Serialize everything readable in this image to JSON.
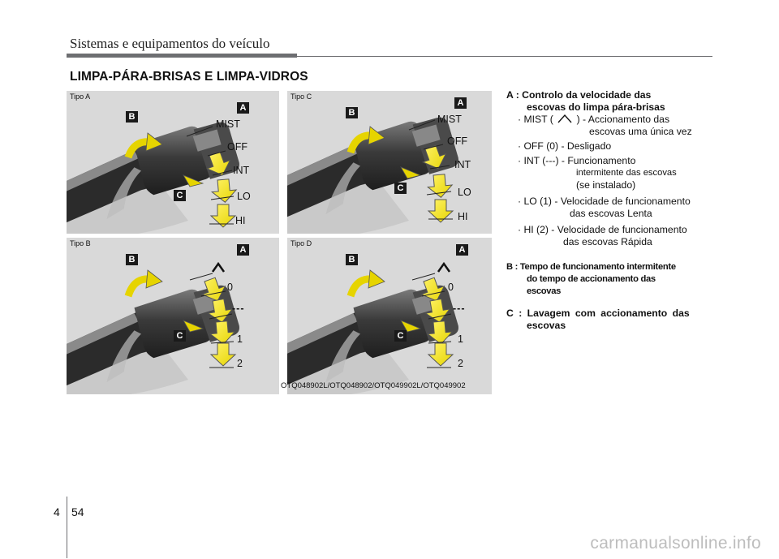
{
  "header": {
    "chapter_title": "Sistemas e equipamentos do veículo",
    "section_title": "LIMPA-PÁRA-BRISAS E LIMPA-VIDROS"
  },
  "figures": {
    "panels": [
      {
        "type_label": "Tipo A",
        "positions": [
          "MIST",
          "OFF",
          "INT",
          "LO",
          "HI"
        ]
      },
      {
        "type_label": "Tipo C",
        "positions": [
          "MIST",
          "OFF",
          "INT",
          "LO",
          "HI"
        ]
      },
      {
        "type_label": "Tipo B",
        "positions": [
          "0",
          "---",
          "1",
          "2"
        ]
      },
      {
        "type_label": "Tipo D",
        "positions": [
          "0",
          "---",
          "1",
          "2"
        ]
      }
    ],
    "badges": {
      "a": "A",
      "b": "B",
      "c": "C"
    },
    "caption": "OTQ048902L/OTQ048902/OTQ049902L/OTQ049902"
  },
  "description": {
    "a_title_1": "A : Controlo da velocidade das",
    "a_title_2": "escovas do limpa pára-brisas",
    "mist_1": "· MIST (",
    "mist_2": ") - Accionamento das",
    "mist_3": "escovas uma única vez",
    "off": "· OFF (0) - Desligado",
    "int_1": "· INT (---) - Funcionamento",
    "int_2": "intermitente das escovas",
    "int_3": "(se instalado)",
    "lo_1": "· LO (1) - Velocidade de funcionamento",
    "lo_2": "das escovas Lenta",
    "hi_1": "· HI (2) - Velocidade de funcionamento",
    "hi_2": "das escovas Rápida",
    "b_1": "B : Tempo de funcionamento intermitente",
    "b_2": "do tempo de accionamento das",
    "b_3": "escovas",
    "c_1": "C : Lavagem com accionamento das",
    "c_2": "escovas"
  },
  "footer": {
    "chapter_number": "4",
    "page_number": "54",
    "watermark": "carmanualsonline.info"
  },
  "colors": {
    "arrow_yellow": "#f4e600",
    "panel_bg": "#d9d9d9",
    "rule_grey": "#6d6e71"
  }
}
